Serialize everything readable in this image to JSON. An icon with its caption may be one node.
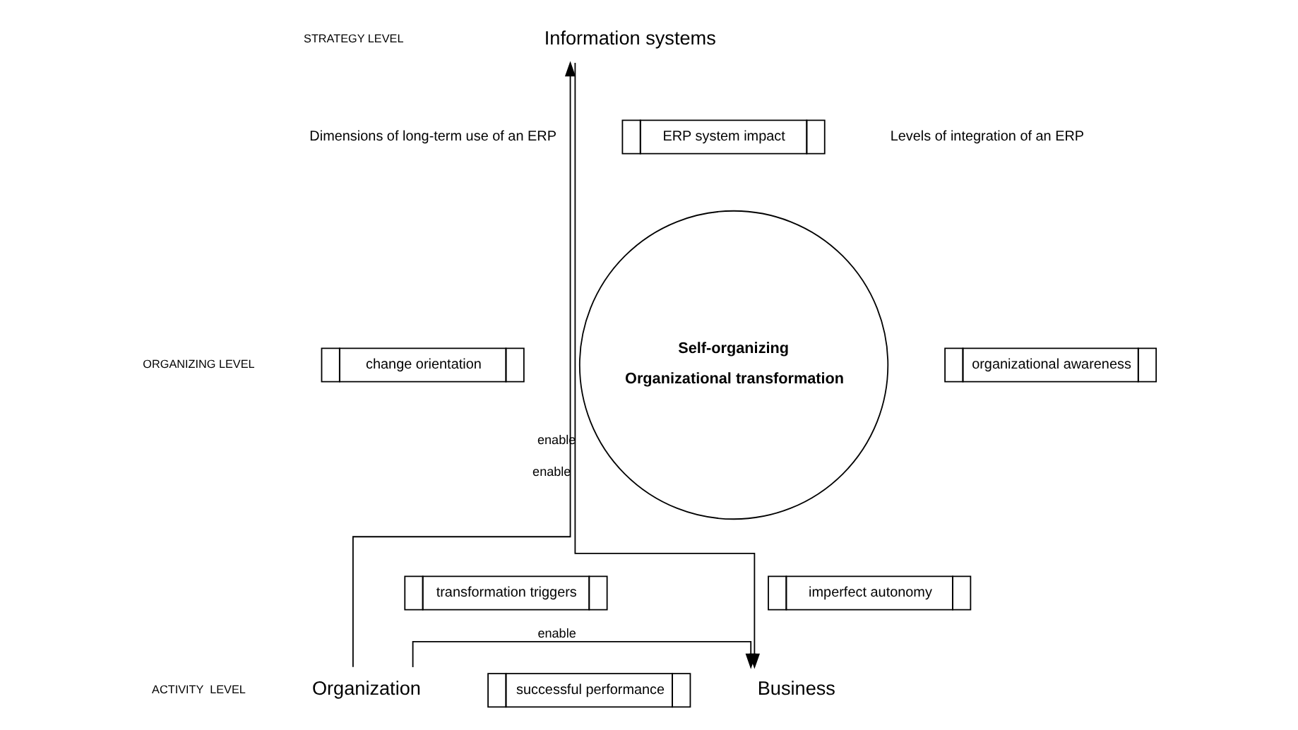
{
  "diagram": {
    "nodes": [
      {
        "text": [
          "Information systems"
        ]
      },
      {
        "text": [
          "Organization"
        ]
      },
      {
        "text": [
          "Business"
        ]
      },
      {
        "text": [
          "ERP system impact"
        ]
      },
      {
        "text": [
          "change orientation"
        ]
      },
      {
        "text": [
          "organizational awareness"
        ]
      },
      {
        "text": [
          "transformation triggers"
        ]
      },
      {
        "text": [
          "imperfect autonomy"
        ]
      },
      {
        "text": [
          "successful performance"
        ]
      },
      {
        "text": [
          "Self-organizing",
          "Organizational transformation"
        ]
      }
    ],
    "edges": [
      {
        "from": 1,
        "to": 0,
        "arrow": "to",
        "label": "enable"
      },
      {
        "from": 0,
        "to": 2,
        "arrow": "to",
        "label": "enable"
      },
      {
        "from": 1,
        "to": 2,
        "arrow": "to",
        "label": "enable"
      }
    ],
    "labels": [
      "STRATEGY LEVEL",
      "Dimensions of long-term use of an ERP",
      "Levels of integration of an ERP",
      "ORGANIZING LEVEL",
      "ACTIVITY  LEVEL"
    ]
  }
}
